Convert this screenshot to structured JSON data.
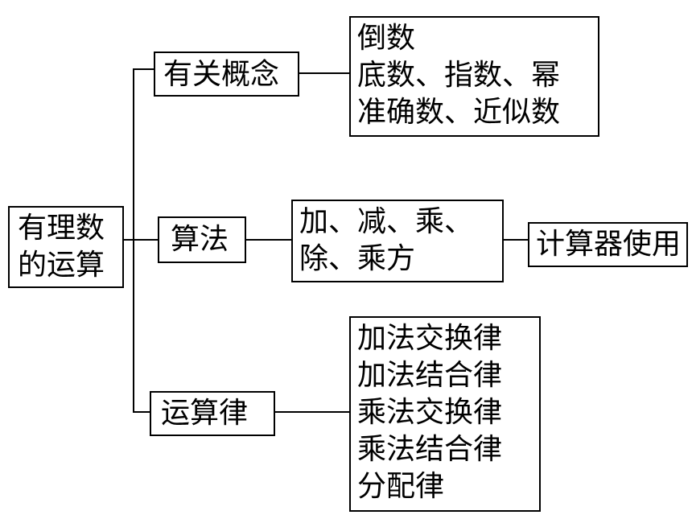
{
  "root": {
    "line1": "有理数",
    "line2": "的运算"
  },
  "branches": {
    "concepts": {
      "label": "有关概念",
      "details": [
        "倒数",
        "底数、指数、幂",
        "准确数、近似数"
      ]
    },
    "algorithms": {
      "label": "算法",
      "details": [
        "加、减、乘、",
        "除、乘方"
      ],
      "extra": "计算器使用"
    },
    "laws": {
      "label": "运算律",
      "details": [
        "加法交换律",
        "加法结合律",
        "乘法交换律",
        "乘法结合律",
        "分配律"
      ]
    }
  }
}
